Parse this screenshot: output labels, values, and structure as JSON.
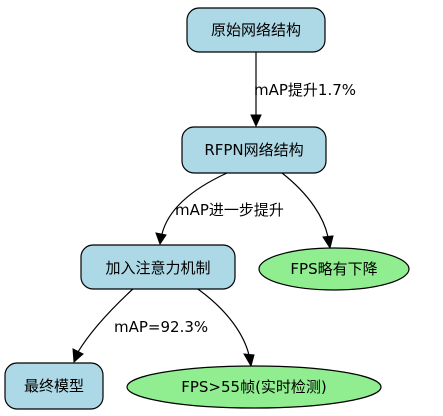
{
  "colors": {
    "process_node_fill": "#add8e6",
    "result_node_fill": "#90ee90",
    "stroke": "#000000"
  },
  "nodes": {
    "original_network": "原始网络结构",
    "rfpn_network": "RFPN网络结构",
    "attention_mechanism": "加入注意力机制",
    "fps_drop": "FPS略有下降",
    "final_model": "最终模型",
    "fps_realtime": "FPS>55帧(实时检测)"
  },
  "edges": {
    "original_to_rfpn": "mAP提升1.7%",
    "rfpn_to_attention": "mAP进一步提升",
    "attention_to_final": "mAP=92.3%"
  }
}
